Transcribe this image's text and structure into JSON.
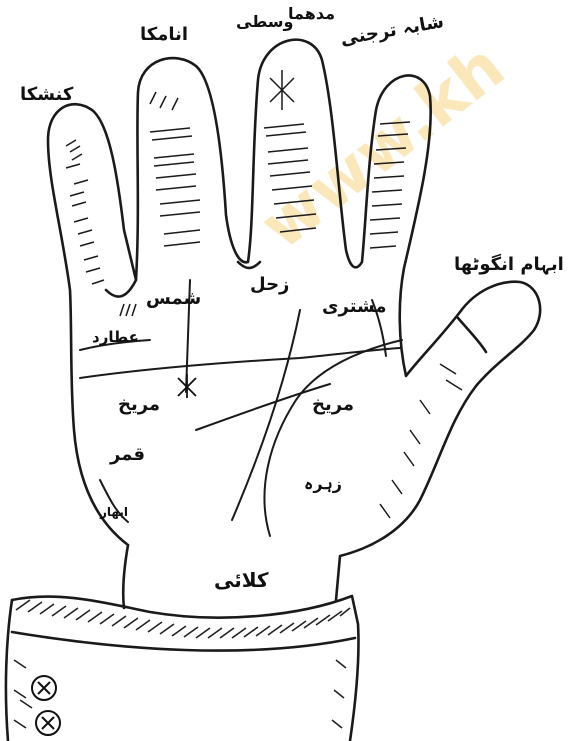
{
  "watermark": "www.kh",
  "fingers": {
    "little": "کنشکا",
    "ring": "انامکا",
    "middle_a": "وسطی",
    "middle_b": "مدھما",
    "index": "شابہ ترجنی",
    "thumb": "ابہام انگوٹھا"
  },
  "mounts": {
    "mercury": "عطارد",
    "sun": "شمس",
    "saturn": "زحل",
    "jupiter": "مشتری",
    "mars_inner": "مریخ",
    "mars_outer": "مریخ",
    "moon": "قمر",
    "venus": "زہرہ",
    "lower_moon": "ابھار"
  },
  "wrist": "کلائی"
}
